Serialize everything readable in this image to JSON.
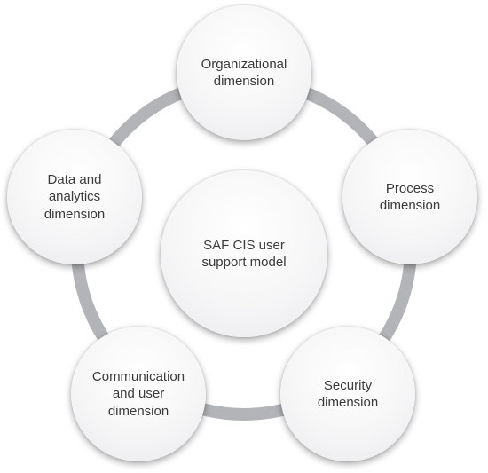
{
  "center": {
    "label": "SAF CIS user\nsupport model"
  },
  "dimensions": [
    {
      "id": "organizational",
      "label": "Organizational\ndimension"
    },
    {
      "id": "process",
      "label": "Process\ndimension"
    },
    {
      "id": "security",
      "label": "Security\ndimension"
    },
    {
      "id": "communication",
      "label": "Communication\nand user\ndimension"
    },
    {
      "id": "data",
      "label": "Data and\nanalytics\ndimension"
    }
  ],
  "colors": {
    "ring": "#b2b4b7",
    "text": "#3a3a3a",
    "node_fill": "#f6f6f7"
  }
}
